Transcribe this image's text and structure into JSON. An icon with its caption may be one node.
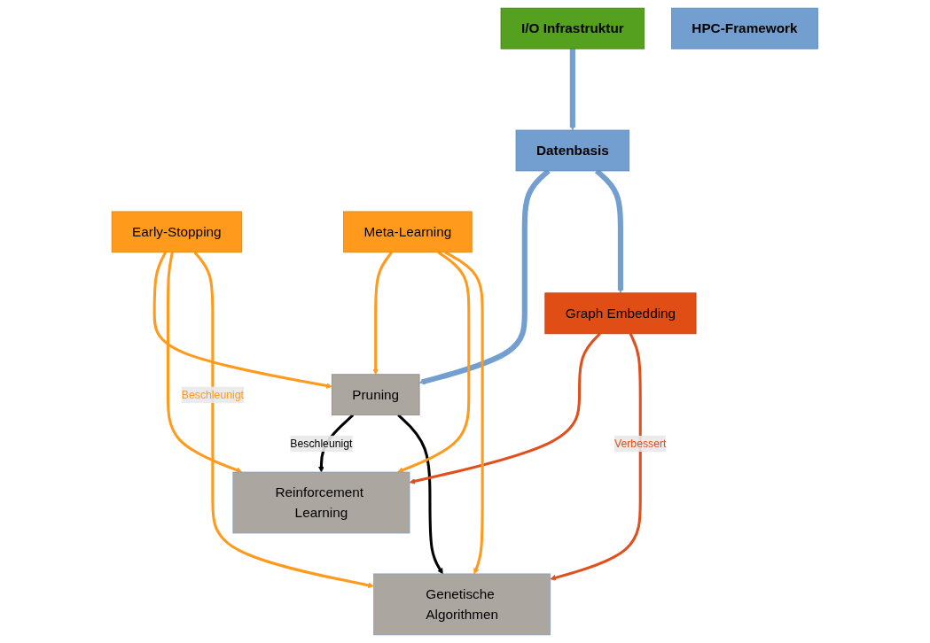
{
  "diagram": {
    "nodes": [
      {
        "text": [
          "Datenbasis"
        ]
      },
      {
        "text": [
          "Pruning"
        ]
      },
      {
        "text": [
          "Graph Embedding"
        ]
      },
      {
        "text": [
          "Early-Stopping"
        ]
      },
      {
        "text": [
          "Meta-Learning"
        ]
      },
      {
        "text": [
          "Reinforcement Learning"
        ]
      },
      {
        "text": [
          "Genetische Algorithmen"
        ]
      },
      {
        "text": [
          "I/O Infrastruktur"
        ]
      },
      {
        "text": [
          "HPC-Framework"
        ]
      }
    ],
    "edges": [
      {
        "from": 0,
        "to": 1,
        "arrow": "to",
        "style": "thick",
        "color": "#729fcf"
      },
      {
        "from": 0,
        "to": 2,
        "arrow": "to",
        "style": "thick",
        "color": "#729fcf"
      },
      {
        "from": 7,
        "to": 0,
        "arrow": "to",
        "style": "thick",
        "color": "#729fcf"
      },
      {
        "from": 1,
        "to": 5,
        "arrow": "to",
        "label": "Beschleunigt",
        "color": "#000000"
      },
      {
        "from": 1,
        "to": 6,
        "arrow": "to",
        "color": "#000000"
      },
      {
        "from": 2,
        "to": 5,
        "arrow": "to",
        "color": "#e0501c"
      },
      {
        "from": 2,
        "to": 6,
        "arrow": "to",
        "label": "Verbessert",
        "color": "#e0501c"
      },
      {
        "from": 3,
        "to": 1,
        "arrow": "to"
      },
      {
        "from": 4,
        "to": 1,
        "arrow": "to"
      },
      {
        "from": 3,
        "to": 5,
        "arrow": "to"
      },
      {
        "from": 4,
        "to": 5,
        "arrow": "to"
      },
      {
        "from": 3,
        "to": 6,
        "arrow": "to",
        "label": "Beschleunigt"
      },
      {
        "from": 4,
        "to": 6,
        "arrow": "to"
      }
    ]
  }
}
